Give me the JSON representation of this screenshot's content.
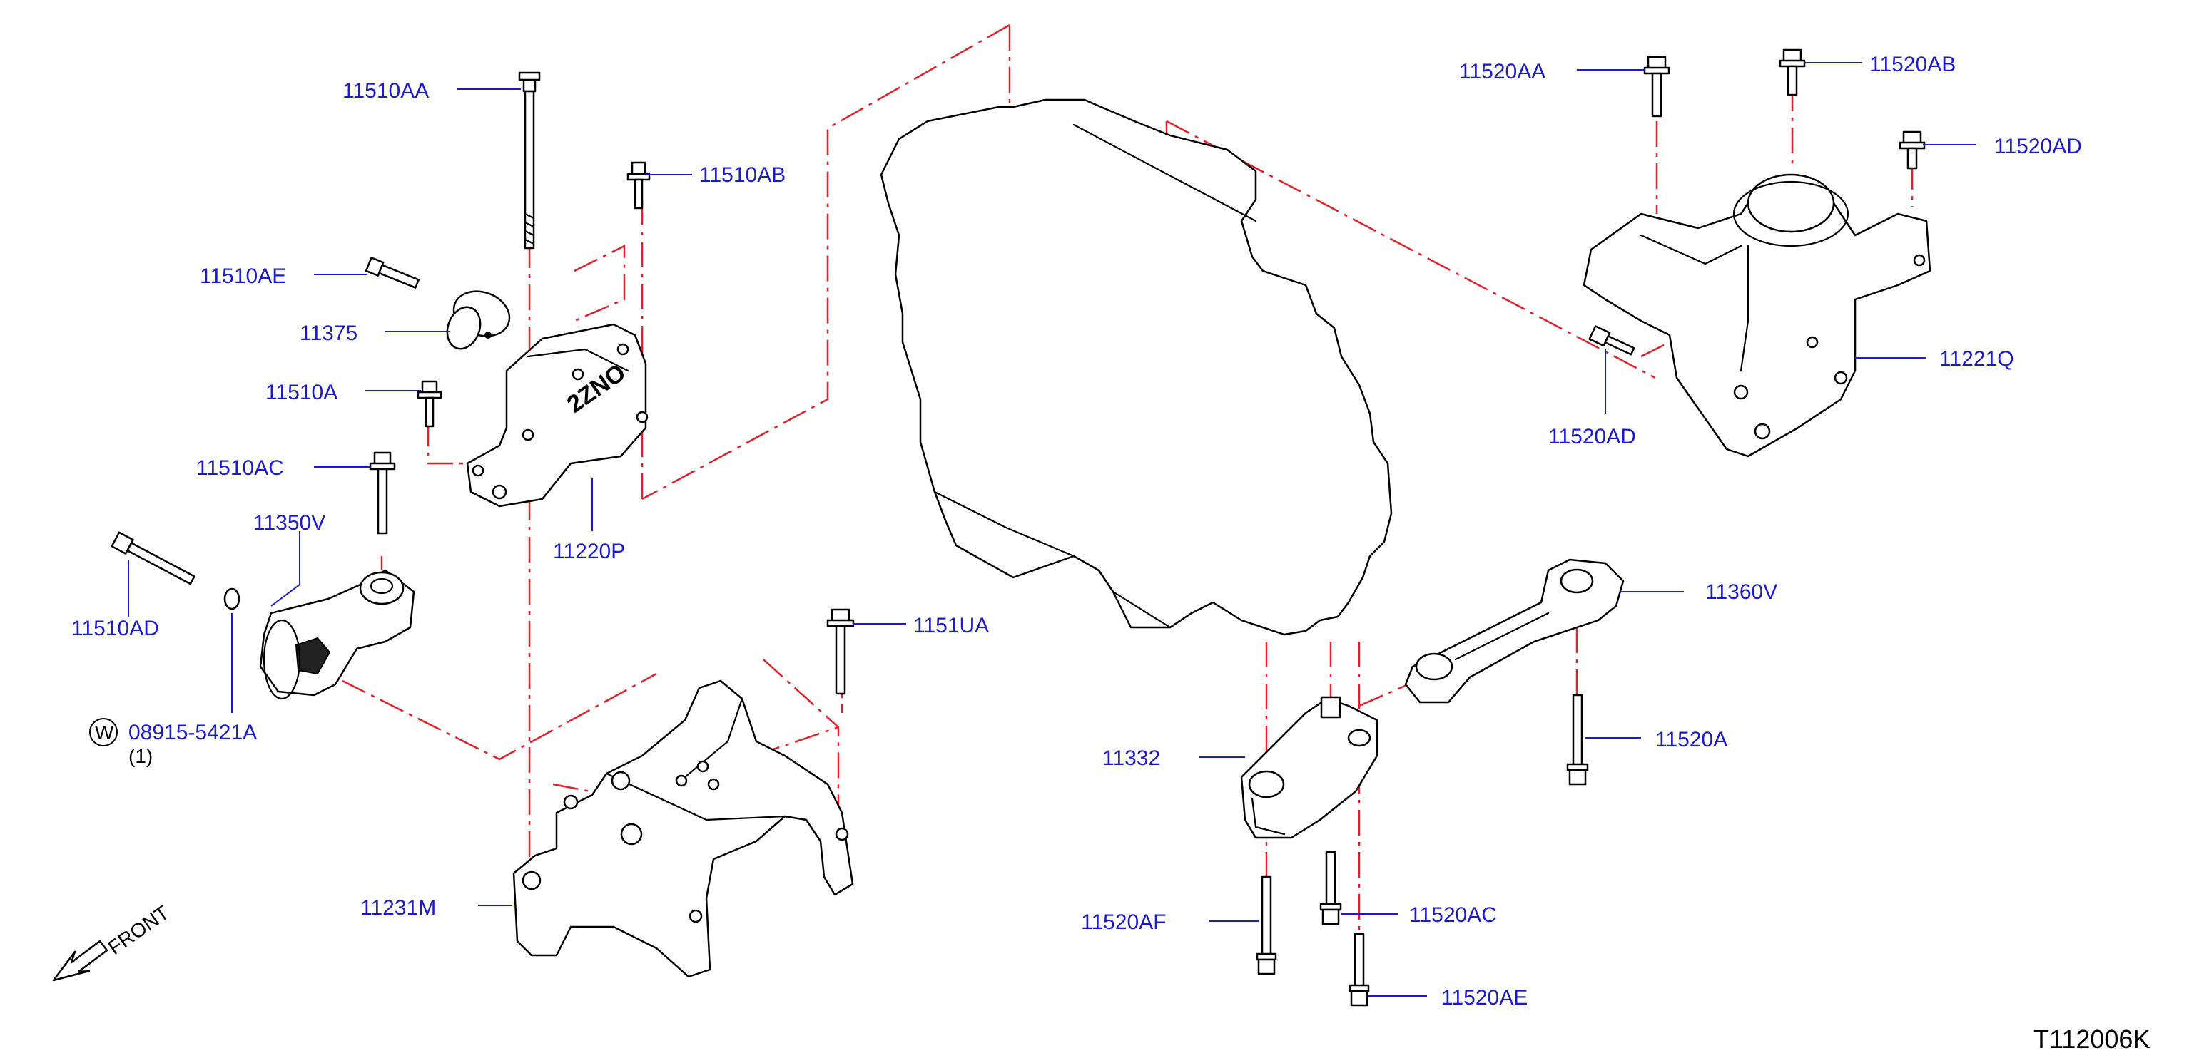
{
  "diagram": {
    "code": "T112006K",
    "front_label": "FRONT",
    "washer_symbol": "W",
    "washer_qty": "(1)",
    "colors": {
      "label": "#1a1ad0",
      "phantom_line": "#e0202a",
      "outline": "#000000"
    },
    "callouts": {
      "p11510AA": "11510AA",
      "p11510AB": "11510AB",
      "p11510AE": "11510AE",
      "p11375": "11375",
      "p11510A": "11510A",
      "p11510AC": "11510AC",
      "p11350V": "11350V",
      "p11220P": "11220P",
      "p11510AD": "11510AD",
      "p08915": "08915-5421A",
      "p1151UA": "1151UA",
      "p11231M": "11231M",
      "p11520AA": "11520AA",
      "p11520AB": "11520AB",
      "p11520AD_top": "11520AD",
      "p11520AD_mid": "11520AD",
      "p11221Q": "11221Q",
      "p11360V": "11360V",
      "p11332": "11332",
      "p11520A": "11520A",
      "p11520AF": "11520AF",
      "p11520AC": "11520AC",
      "p11520AE": "11520AE"
    }
  }
}
